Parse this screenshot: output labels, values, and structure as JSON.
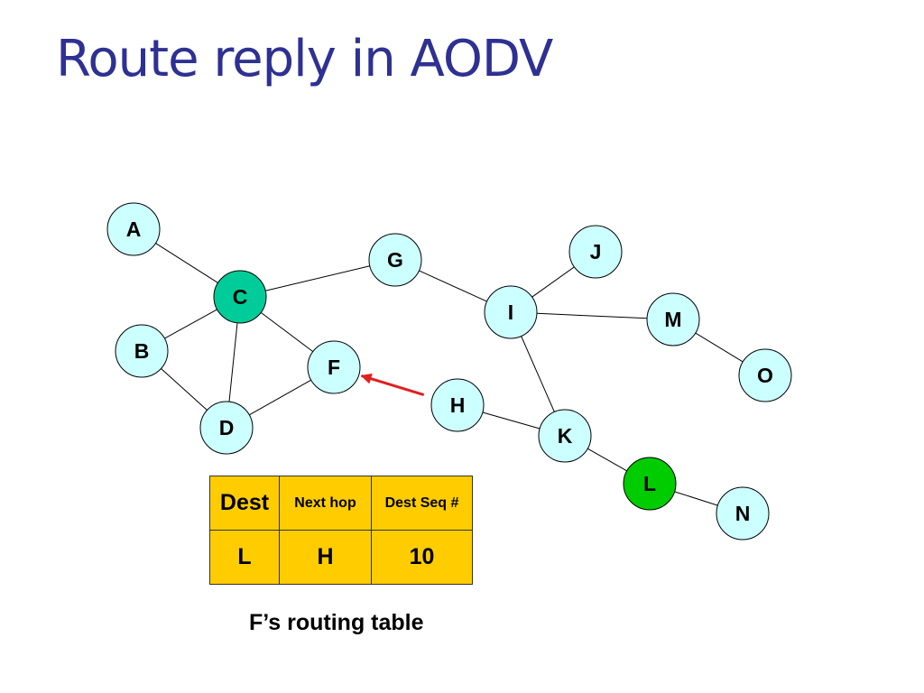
{
  "title": "Route reply in AODV",
  "colors": {
    "title": "#2e3192",
    "node_fill": "#ccffff",
    "source_fill": "#00cc99",
    "destination_fill": "#00cc00",
    "reply_arrow": "#e02020",
    "table_fill": "#ffcc00"
  },
  "nodes": [
    {
      "id": "A",
      "role": "default"
    },
    {
      "id": "B",
      "role": "default"
    },
    {
      "id": "C",
      "role": "source"
    },
    {
      "id": "D",
      "role": "default"
    },
    {
      "id": "F",
      "role": "default"
    },
    {
      "id": "G",
      "role": "default"
    },
    {
      "id": "H",
      "role": "default"
    },
    {
      "id": "I",
      "role": "default"
    },
    {
      "id": "J",
      "role": "default"
    },
    {
      "id": "K",
      "role": "default"
    },
    {
      "id": "L",
      "role": "destination"
    },
    {
      "id": "M",
      "role": "default"
    },
    {
      "id": "N",
      "role": "default"
    },
    {
      "id": "O",
      "role": "default"
    }
  ],
  "edges": [
    [
      "A",
      "C"
    ],
    [
      "C",
      "G"
    ],
    [
      "C",
      "B"
    ],
    [
      "C",
      "D"
    ],
    [
      "C",
      "F"
    ],
    [
      "B",
      "D"
    ],
    [
      "D",
      "F"
    ],
    [
      "G",
      "I"
    ],
    [
      "I",
      "J"
    ],
    [
      "I",
      "M"
    ],
    [
      "I",
      "K"
    ],
    [
      "M",
      "O"
    ],
    [
      "H",
      "K"
    ],
    [
      "K",
      "L"
    ],
    [
      "L",
      "N"
    ]
  ],
  "reply_arrow": {
    "from": "H",
    "to": "F"
  },
  "routing_table": {
    "headers": {
      "dest": "Dest",
      "next_hop": "Next hop",
      "dest_seq": "Dest Seq #"
    },
    "row": {
      "dest": "L",
      "next_hop": "H",
      "dest_seq": "10"
    },
    "caption": "F’s routing table"
  }
}
